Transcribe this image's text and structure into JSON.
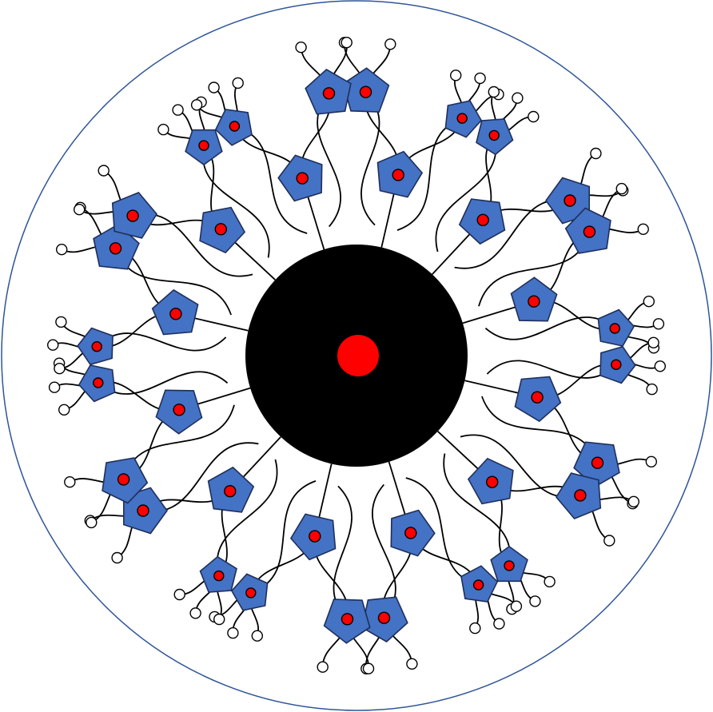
{
  "diagram": {
    "kind": "dendrimer-structure",
    "colors": {
      "background": "#ffffff",
      "boundary": "#2f5597",
      "core": "#000000",
      "core_center": "#ff0000",
      "pentagon_fill": "#4472c4",
      "pentagon_stroke": "#1f2f5a",
      "node_dot": "#ff0000",
      "line": "#000000",
      "terminal_fill": "#ffffff"
    },
    "structure": {
      "generation1_branches": 12,
      "generation2_per_branch": 2,
      "terminals_per_small": 3,
      "terminals_per_large": 2
    }
  }
}
